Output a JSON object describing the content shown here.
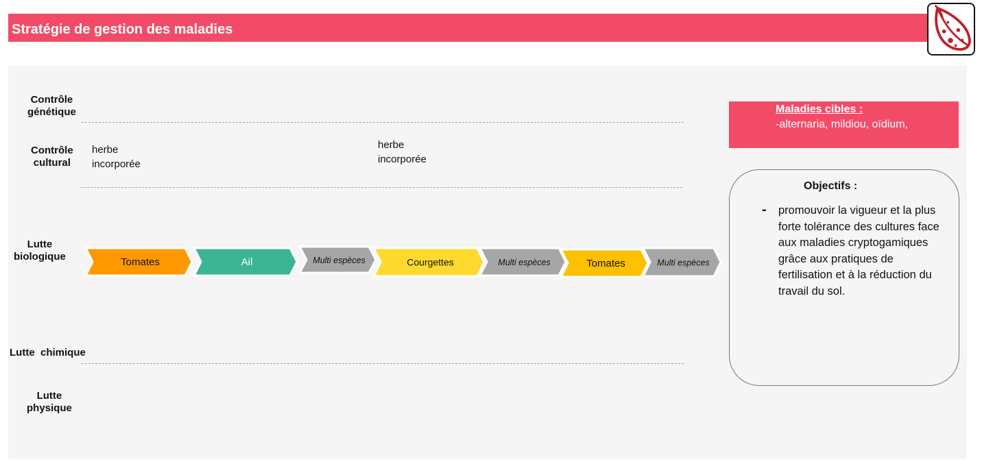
{
  "header": {
    "title": "Stratégie de gestion des maladies"
  },
  "logo": {
    "icon": "leaf-disease-icon",
    "color": "#c0202a"
  },
  "rows": {
    "genetique": {
      "line1": "Contrôle",
      "line2": "génétique"
    },
    "cultural": {
      "line1": "Contrôle",
      "line2": "cultural"
    },
    "biologique": {
      "line1": "Lutte",
      "line2": "biologique"
    },
    "chimique": {
      "line1": "Lutte  chimique"
    },
    "physique": {
      "line1": "Lutte",
      "line2": "physique"
    }
  },
  "cultural_notes": [
    {
      "line1": "herbe",
      "line2": "incorporée"
    },
    {
      "line1": "herbe",
      "line2": "incorporée"
    }
  ],
  "rotation": [
    {
      "label": "Tomates",
      "color": "#ff9800",
      "text_color": "#111111",
      "italic": false
    },
    {
      "label": "Ail",
      "color": "#3bb593",
      "text_color": "#ffffff",
      "italic": false
    },
    {
      "label": "Multi espèces",
      "color": "#a6a6a6",
      "text_color": "#111111",
      "italic": true
    },
    {
      "label": "Courgettes",
      "color": "#ffd92f",
      "text_color": "#111111",
      "italic": false
    },
    {
      "label": "Multi espèces",
      "color": "#a6a6a6",
      "text_color": "#111111",
      "italic": true
    },
    {
      "label": "Tomates",
      "color": "#ffc000",
      "text_color": "#111111",
      "italic": false
    },
    {
      "label": "Multi espèces",
      "color": "#a6a6a6",
      "text_color": "#111111",
      "italic": true
    }
  ],
  "cibles": {
    "title": "Maladies cibles :",
    "list": "-alternaria, mildiou, oïdium,"
  },
  "objectifs": {
    "title": "Objectifs :",
    "bullet": "-",
    "text": "promouvoir la vigueur et la plus forte tolérance des cultures face aux maladies cryptogamiques grâce aux pratiques de fertilisation et à la réduction du travail du sol."
  },
  "colors": {
    "accent": "#f24b68",
    "panel": "#f5f5f5"
  }
}
